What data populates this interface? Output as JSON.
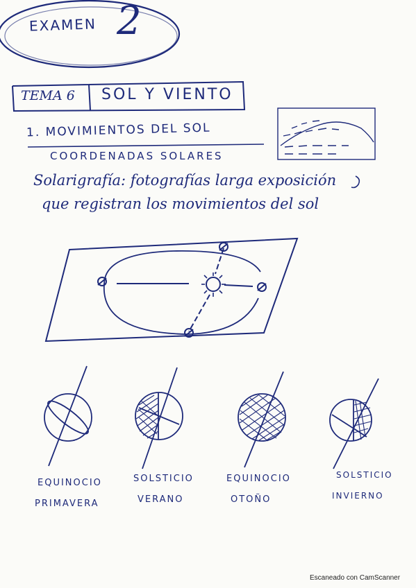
{
  "header": {
    "exam_label": "EXAMEN",
    "exam_number": "2"
  },
  "topic": {
    "number": "TEMA 6",
    "title": "SOL Y VIENTO"
  },
  "section": {
    "heading": "1. MOVIMIENTOS DEL SOL",
    "subheading": "COORDENADAS SOLARES"
  },
  "body_text": {
    "line1": "Solarigrafía: fotografías larga exposición",
    "line2": "que registran los movimientos del sol"
  },
  "seasons": [
    {
      "line1": "EQUINOCIO",
      "line2": "PRIMAVERA"
    },
    {
      "line1": "SOLSTICIO",
      "line2": "VERANO"
    },
    {
      "line1": "EQUINOCIO",
      "line2": "OTOÑO"
    },
    {
      "line1": "SOLSTICIO",
      "line2": "INVIERNO"
    }
  ],
  "footer": {
    "scanner_text": "Escaneado con CamScanner"
  },
  "colors": {
    "ink": "#1e2a7a",
    "paper": "#fbfbf8"
  }
}
